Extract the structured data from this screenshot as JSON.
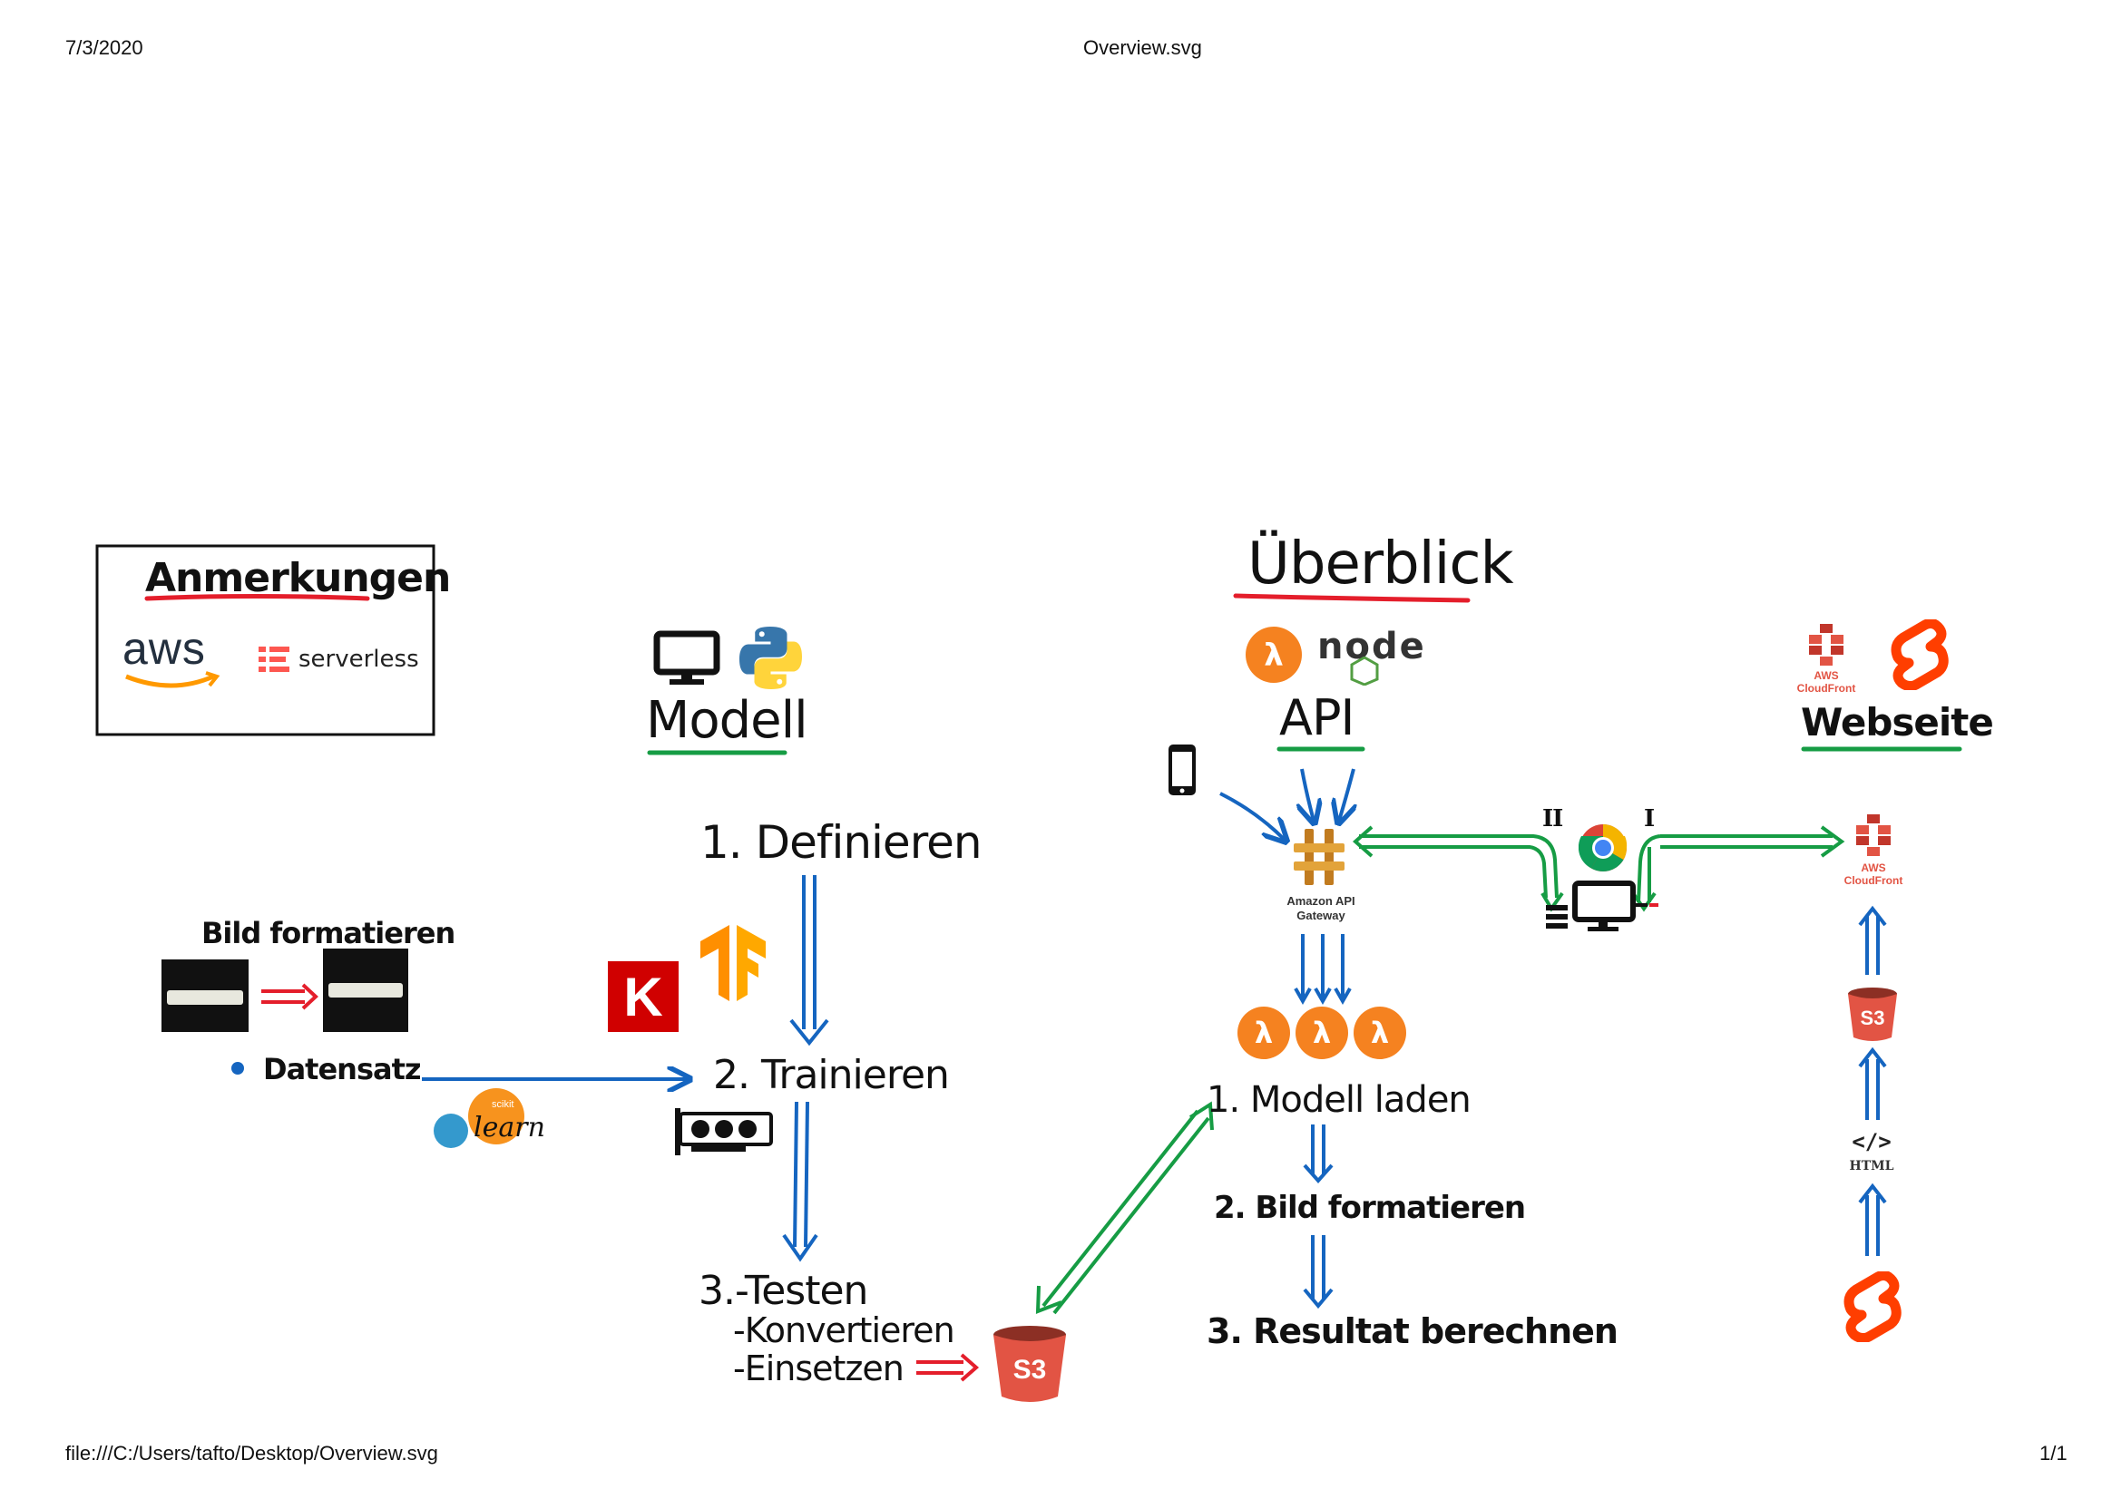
{
  "header": {
    "date": "7/3/2020",
    "title": "Overview.svg",
    "footer_path": "file:///C:/Users/tafto/Desktop/Overview.svg",
    "page": "1/1"
  },
  "notes_box": {
    "title": "Anmerkungen",
    "aws_label": "aws",
    "serverless_label": "serverless"
  },
  "overview_title": "Überblick",
  "model": {
    "title": "Modell",
    "steps": {
      "define": "1. Definieren",
      "train": "2. Trainieren",
      "test": "3.-Testen",
      "convert": "-Konvertieren",
      "deploy": "-Einsetzen"
    },
    "keras_letter": "K",
    "sklearn_small": "scikit",
    "sklearn_label": "learn"
  },
  "data_prep": {
    "title": "Bild formatieren",
    "dataset": "Datensatz"
  },
  "api": {
    "title": "API",
    "gateway_label": "Amazon API Gateway",
    "steps": {
      "load": "1. Modell laden",
      "format": "2. Bild formatieren",
      "compute": "3. Resultat berechnen"
    },
    "node_label": "node"
  },
  "website": {
    "title": "Webseite",
    "cloudfront_label": "AWS CloudFront",
    "html_label": "HTML",
    "html_tag": "</>",
    "s3_label": "S3"
  },
  "flow_labels": {
    "step_one": "I",
    "step_two": "II"
  },
  "s3_label": "S3",
  "colors": {
    "red": "#e41e2b",
    "blue": "#1565c0",
    "green": "#169c44",
    "lambda": "#f58220",
    "svelte": "#ff3e00",
    "s3": "#e25444",
    "tensorflow": "#ff8f00",
    "keras": "#d00000",
    "aws_orange": "#ff9900"
  }
}
